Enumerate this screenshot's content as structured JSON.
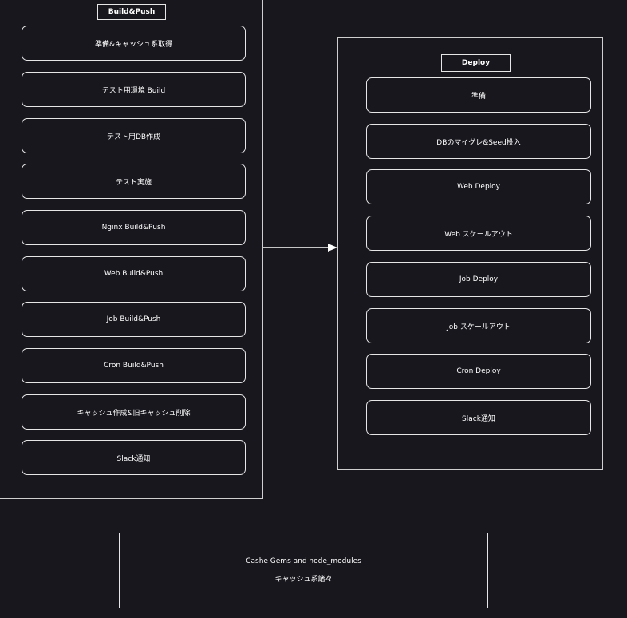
{
  "build_push": {
    "title": "Build&Push",
    "steps": [
      "準備&キャッシュ系取得",
      "テスト用環境 Build",
      "テスト用DB作成",
      "テスト実施",
      "Nginx Build&Push",
      "Web Build&Push",
      "Job Build&Push",
      "Cron Build&Push",
      "キャッシュ作成&旧キャッシュ削除",
      "Slack通知"
    ]
  },
  "deploy": {
    "title": "Deploy",
    "steps": [
      "準備",
      "DBのマイグレ&Seed投入",
      "Web Deploy",
      "Web スケールアウト",
      "Job Deploy",
      "Job スケールアウト",
      "Cron Deploy",
      "Slack通知"
    ]
  },
  "cache": {
    "line1": "Cashe Gems and node_modules",
    "line2": "キャッシュ系諸々"
  },
  "colors": {
    "background": "#18171d",
    "stroke": "#e6e6e6"
  }
}
